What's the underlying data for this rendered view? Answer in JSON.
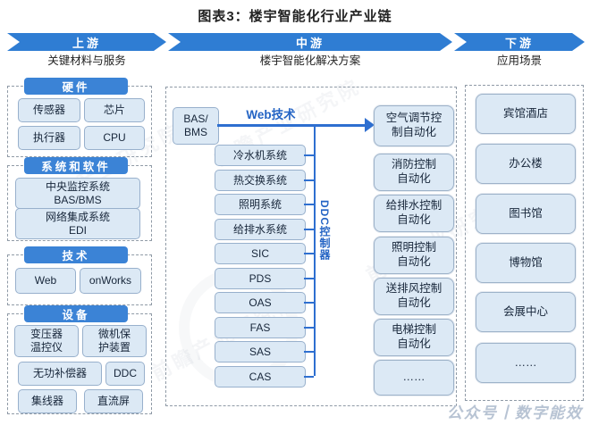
{
  "title": "图表3：楼宇智能化行业产业链",
  "stages": [
    {
      "label": "上游",
      "subtitle": "关键材料与服务"
    },
    {
      "label": "中游",
      "subtitle": "楼宇智能化解决方案"
    },
    {
      "label": "下游",
      "subtitle": "应用场景"
    }
  ],
  "upstream": {
    "hardware": {
      "header": "硬件",
      "items": [
        "传感器",
        "芯片",
        "执行器",
        "CPU"
      ]
    },
    "software": {
      "header": "系统和软件",
      "items": [
        "中央监控系统\nBAS/BMS",
        "网络集成系统\nEDI"
      ]
    },
    "technology": {
      "header": "技术",
      "items": [
        "Web",
        "onWorks"
      ]
    },
    "equipment": {
      "header": "设备",
      "items": [
        "变压器\n温控仪",
        "微机保\n护装置",
        "无功补偿器",
        "DDC",
        "集线器",
        "直流屏"
      ]
    }
  },
  "midstream": {
    "bas_box": "BAS/\nBMS",
    "web_label": "Web技术",
    "ddc_label": "DDC控制器",
    "systems": [
      "冷水机系统",
      "热交换系统",
      "照明系统",
      "给排水系统",
      "SIC",
      "PDS",
      "OAS",
      "FAS",
      "SAS",
      "CAS"
    ],
    "automations": [
      "空气调节控\n制自动化",
      "消防控制\n自动化",
      "给排水控制\n自动化",
      "照明控制\n自动化",
      "送排风控制\n自动化",
      "电梯控制\n自动化",
      "……"
    ]
  },
  "downstream": {
    "scenarios": [
      "宾馆酒店",
      "办公楼",
      "图书馆",
      "博物馆",
      "会展中心",
      "……"
    ]
  },
  "watermarks": {
    "source": "公众号丨数字能效",
    "diagonal": "前瞻产业研究院"
  },
  "colors": {
    "accent_blue": "#2f7dd3",
    "header_blue": "#3b83d6",
    "line_blue": "#2e6fd0",
    "box_fill": "#dce9f5",
    "box_border": "#98b0cc"
  }
}
